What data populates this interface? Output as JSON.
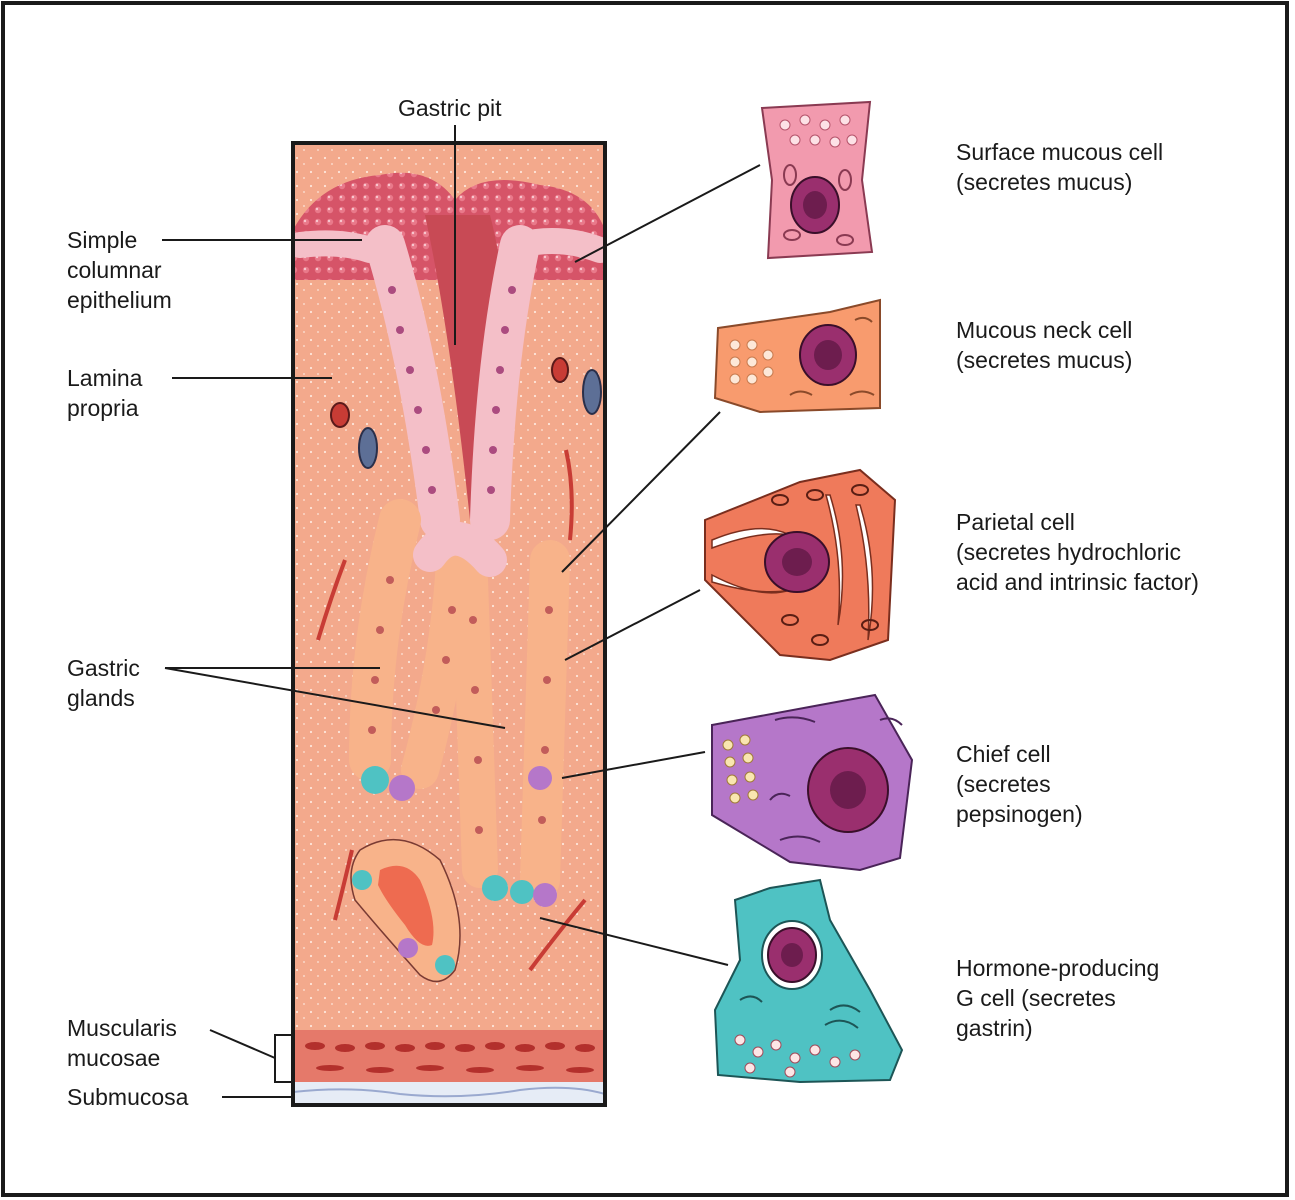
{
  "colors": {
    "frame": "#1a1a1a",
    "tissue": "#f2a488",
    "tissue_dark": "#e07a63",
    "surface": "#d9566a",
    "pit_cell": "#f4bfc8",
    "neck_cell": "#f8b38a",
    "parietal_cell": "#f27b5e",
    "chief_cell": "#b577c9",
    "g_cell": "#4fc2c3",
    "nucleus": "#9a2f6e",
    "muscle": "#c83c35"
  },
  "labels": {
    "gastric_pit": [
      "Gastric pit"
    ],
    "simple_columnar": [
      "Simple",
      "columnar",
      "epithelium"
    ],
    "lamina_propria": [
      "Lamina",
      "propria"
    ],
    "gastric_glands": [
      "Gastric",
      "glands"
    ],
    "muscularis_mucosae": [
      "Muscularis",
      "mucosae"
    ],
    "submucosa": [
      "Submucosa"
    ]
  },
  "cells": [
    {
      "key": "surface",
      "lines": [
        "Surface mucous cell",
        "(secretes mucus)"
      ]
    },
    {
      "key": "neck",
      "lines": [
        "Mucous neck cell",
        "(secretes mucus)"
      ]
    },
    {
      "key": "parietal",
      "lines": [
        "Parietal cell",
        "(secretes hydrochloric",
        "acid and intrinsic factor)"
      ]
    },
    {
      "key": "chief",
      "lines": [
        "Chief cell",
        "(secretes",
        "pepsinogen)"
      ]
    },
    {
      "key": "gcell",
      "lines": [
        "Hormone-producing",
        "G cell (secretes",
        "gastrin)"
      ]
    }
  ]
}
